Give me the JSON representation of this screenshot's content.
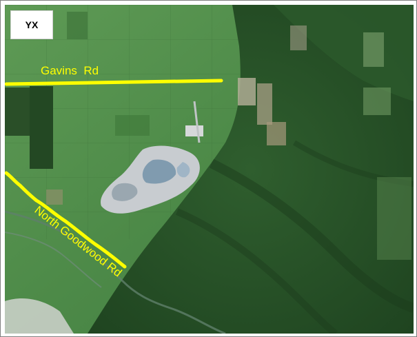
{
  "map": {
    "corner_tag": "YX",
    "roads": [
      {
        "name": "Gavins  Rd"
      },
      {
        "name": "North Goodwood Rd"
      }
    ],
    "colors": {
      "road_highlight": "#ffff00",
      "pasture": "#4f8a4a",
      "forest": "#2c5a2c",
      "mine_site": "#c8ccd0"
    }
  }
}
